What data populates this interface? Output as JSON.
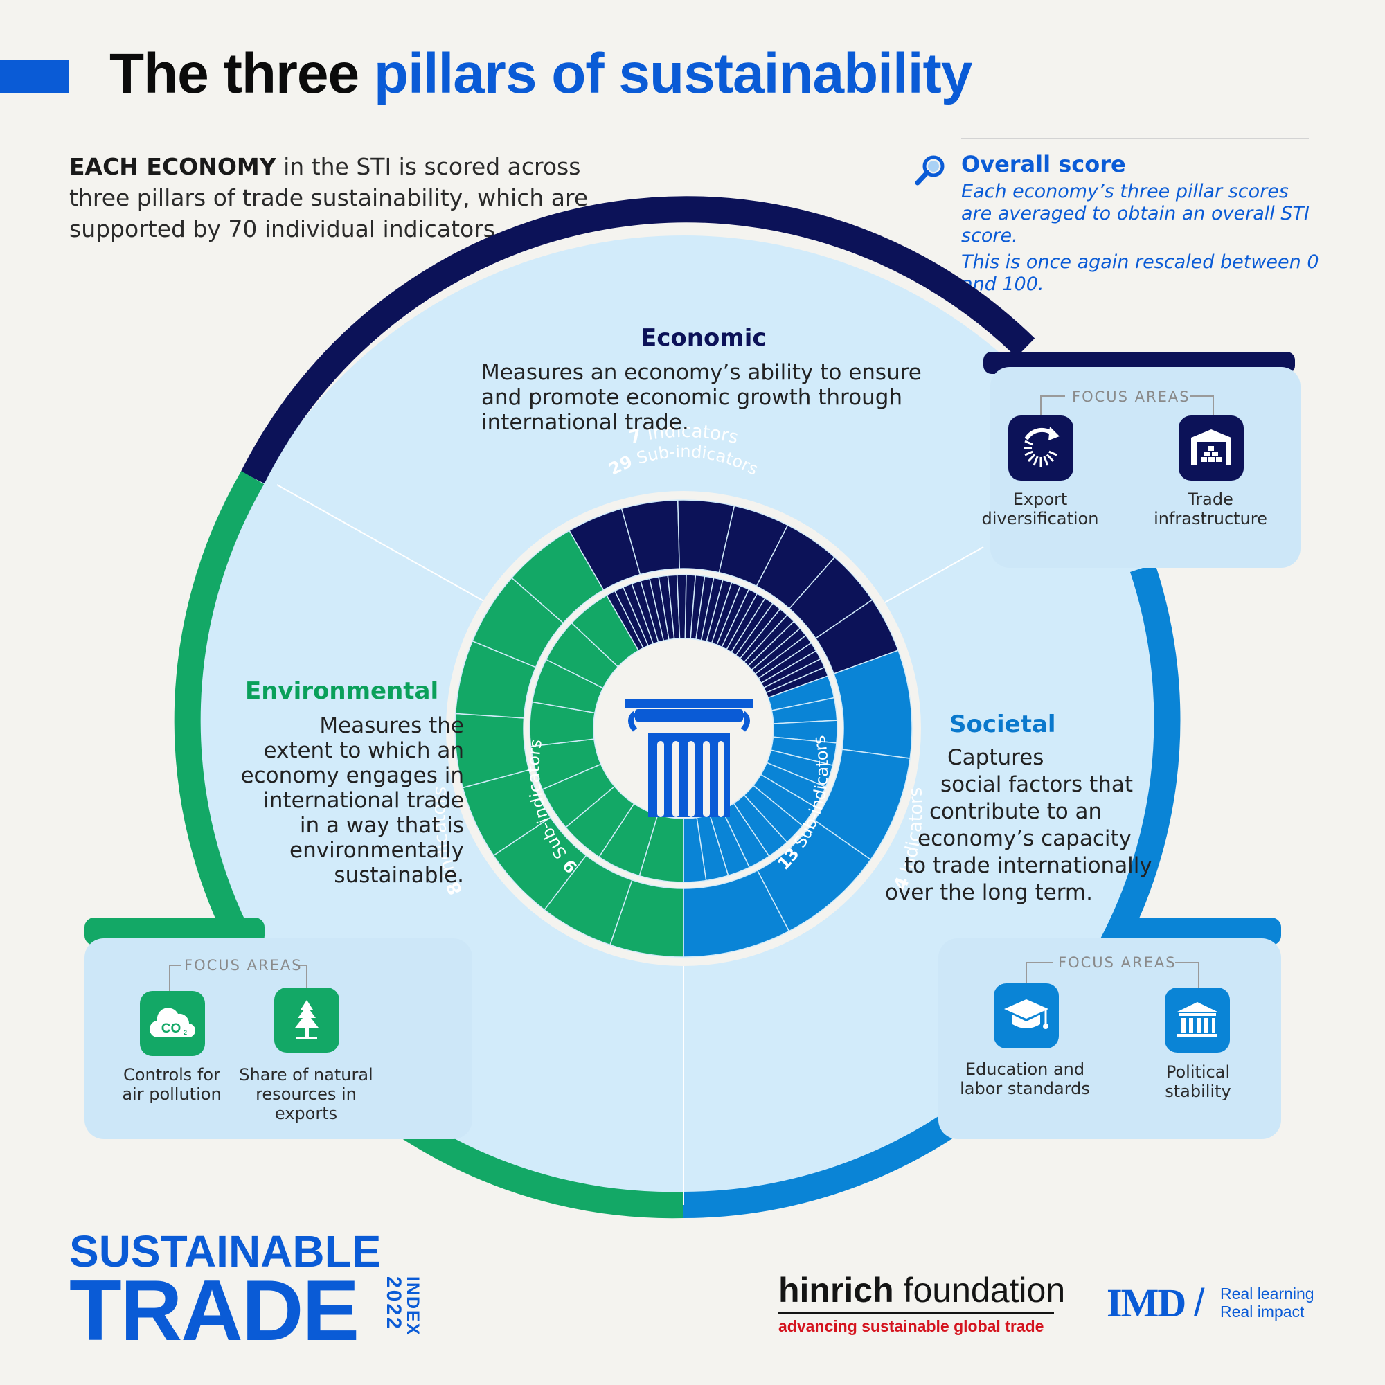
{
  "title": {
    "lead": "The three ",
    "accent": "pillars of sustainability"
  },
  "intro": {
    "bold": "EACH ECONOMY",
    "rest": " in the STI is scored across three pillars of trade sustainability, which are supported by 70 individual indicators."
  },
  "overall": {
    "icon": "magnifier-icon",
    "title": "Overall score",
    "line1": "Each economy’s three pillar scores are averaged to obtain an overall STI score.",
    "line2": "This is once again rescaled between 0 and 100."
  },
  "pillars": {
    "economic": {
      "title": "Economic",
      "desc_lines": [
        "Measures an economy’s ability to ensure",
        "and promote economic growth through",
        "international trade."
      ],
      "indicators": {
        "count": "7",
        "label": " Indicators",
        "value": 7
      },
      "sub_indicators": {
        "count": "29",
        "label": " Sub-indicators",
        "value": 29
      },
      "color": "#0c1258",
      "focus_label": "FOCUS AREAS",
      "focus": [
        {
          "icon": "export-diversification-icon",
          "lines": [
            "Export",
            "diversification"
          ]
        },
        {
          "icon": "warehouse-icon",
          "lines": [
            "Trade",
            "infrastructure"
          ]
        }
      ]
    },
    "environmental": {
      "title": "Environmental",
      "desc_lines": [
        "Measures the",
        "extent to which an",
        "economy engages in",
        "international trade",
        "in a way that is",
        "environmentally",
        "sustainable."
      ],
      "indicators": {
        "count": "8",
        "label": " Indicators",
        "value": 8
      },
      "sub_indicators": {
        "count": "9",
        "label": " Sub-indicators",
        "value": 9
      },
      "color": "#13a866",
      "focus_label": "FOCUS AREAS",
      "focus": [
        {
          "icon": "co2-cloud-icon",
          "lines": [
            "Controls for",
            "air pollution"
          ]
        },
        {
          "icon": "tree-icon",
          "lines": [
            "Share of natural",
            "resources in",
            "exports"
          ]
        }
      ]
    },
    "societal": {
      "title": "Societal",
      "desc_lines": [
        "Captures",
        "social factors that",
        "contribute to an",
        "economy’s capacity",
        "to trade internationally",
        "over the long term."
      ],
      "indicators": {
        "count": "4",
        "label": " Indicators",
        "value": 4
      },
      "sub_indicators": {
        "count": "13",
        "label": " Sub-indicators",
        "value": 13
      },
      "color": "#0a84d6",
      "focus_label": "FOCUS AREAS",
      "focus": [
        {
          "icon": "graduation-cap-icon",
          "lines": [
            "Education and",
            "labor standards"
          ]
        },
        {
          "icon": "government-building-icon",
          "lines": [
            "Political",
            "stability"
          ]
        }
      ]
    }
  },
  "center_icon": "pillar-column-icon",
  "brand": {
    "line1": "SUSTAINABLE",
    "line2": "TRADE",
    "index": "INDEX",
    "year": "2022"
  },
  "partners": {
    "hinrich_bold": "hinrich",
    "hinrich_rest": " foundation",
    "hinrich_tag": "advancing sustainable global trade",
    "imd": "IMD",
    "imd_slash": "/",
    "imd_tag1": "Real learning",
    "imd_tag2": "Real impact"
  }
}
